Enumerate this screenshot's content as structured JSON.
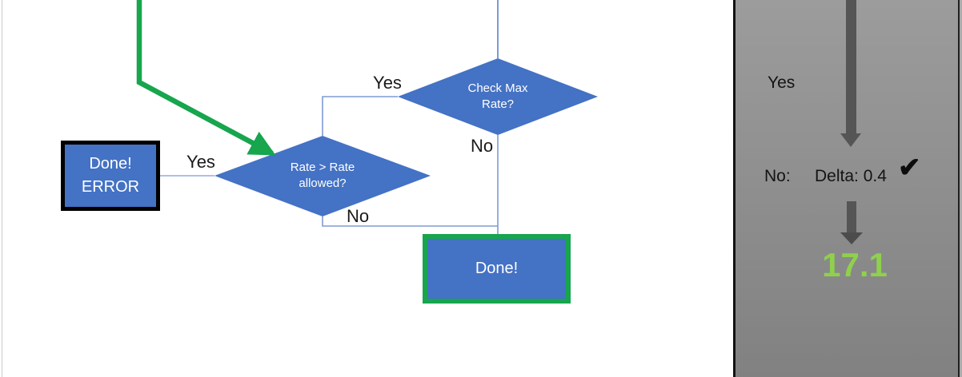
{
  "flowchart": {
    "check_max_diamond": {
      "line1": "Check Max",
      "line2": "Rate?"
    },
    "rate_diamond": {
      "line1": "Rate > Rate",
      "line2": "allowed?"
    },
    "done_error_box": {
      "line1": "Done!",
      "line2": "ERROR"
    },
    "done_box": {
      "label": "Done!"
    },
    "yes_label_check_max": "Yes",
    "no_label_check_max": "No",
    "yes_label_rate": "Yes",
    "no_label_rate": "No"
  },
  "side_panel": {
    "yes_label": "Yes",
    "no_label": "No:",
    "delta_text": "Delta: 0.4",
    "checkmark": "✔",
    "result_value": "17.1"
  },
  "colors": {
    "shape_blue": "#4472c4",
    "connector_blue": "#7f9bd4",
    "flow_green": "#17a54e",
    "result_green": "#8fd04c",
    "arrow_gray": "#555555",
    "panel_gray_top": "#9c9c9c",
    "panel_gray_bottom": "#818181"
  }
}
